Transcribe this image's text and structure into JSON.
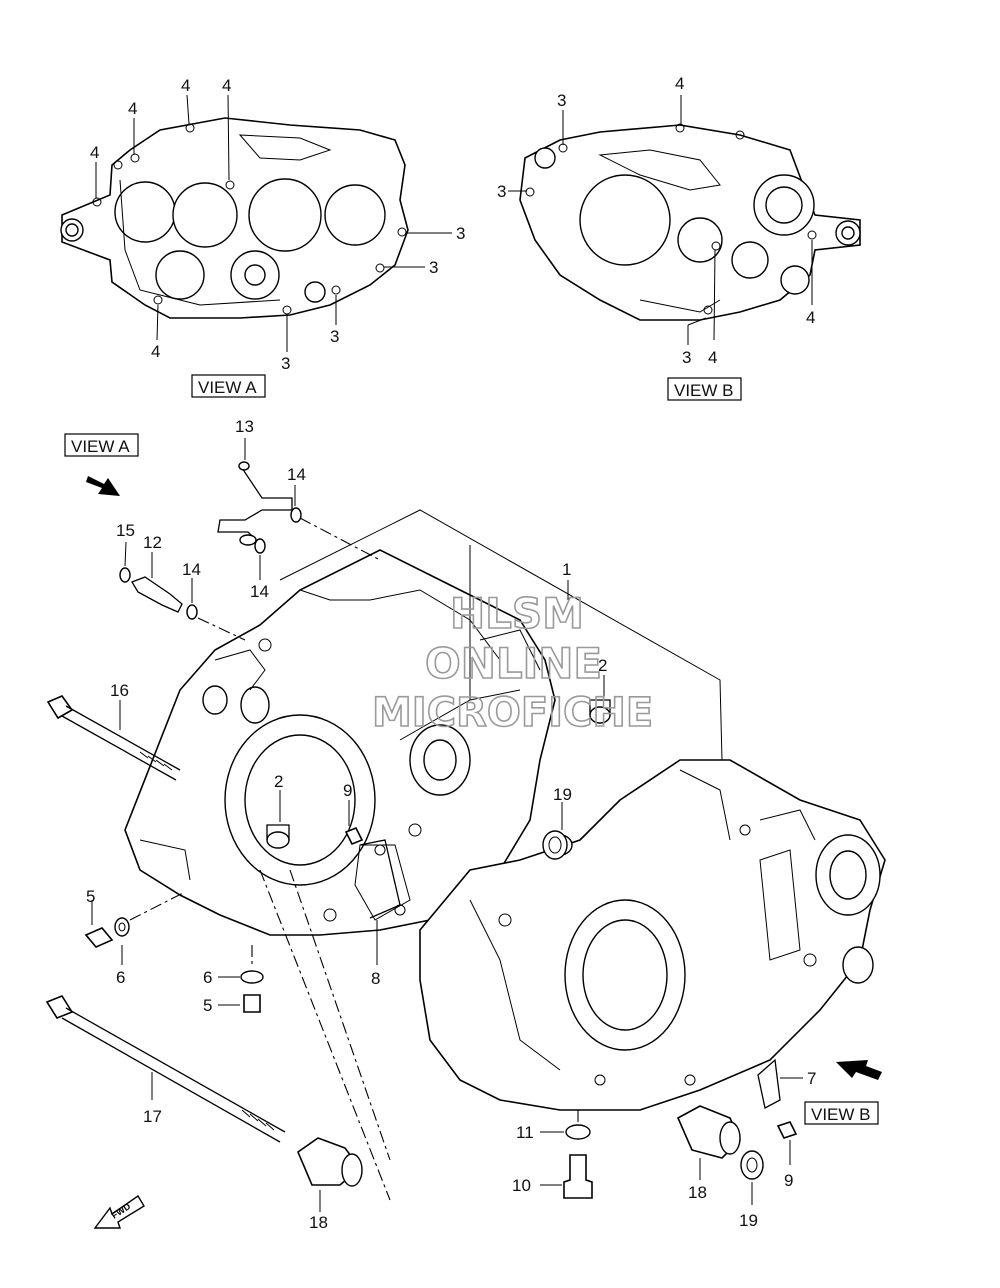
{
  "views": [
    {
      "id": "view-a",
      "label": "VIEW A"
    },
    {
      "id": "view-b",
      "label": "VIEW B"
    }
  ],
  "callouts": {
    "view_a_top": [
      "4",
      "4",
      "4",
      "4",
      "3",
      "3",
      "4",
      "3",
      "3"
    ],
    "view_b_top": [
      "4",
      "3",
      "3",
      "4",
      "3",
      "4"
    ]
  },
  "parts": [
    {
      "ref": "1"
    },
    {
      "ref": "2"
    },
    {
      "ref": "2"
    },
    {
      "ref": "5"
    },
    {
      "ref": "5"
    },
    {
      "ref": "6"
    },
    {
      "ref": "6"
    },
    {
      "ref": "7"
    },
    {
      "ref": "8"
    },
    {
      "ref": "9"
    },
    {
      "ref": "9"
    },
    {
      "ref": "10"
    },
    {
      "ref": "11"
    },
    {
      "ref": "12"
    },
    {
      "ref": "13"
    },
    {
      "ref": "14"
    },
    {
      "ref": "14"
    },
    {
      "ref": "14"
    },
    {
      "ref": "15"
    },
    {
      "ref": "16"
    },
    {
      "ref": "17"
    },
    {
      "ref": "18"
    },
    {
      "ref": "18"
    },
    {
      "ref": "19"
    },
    {
      "ref": "19"
    }
  ],
  "watermark": {
    "line1": "HLSM",
    "line2": "ONLINE",
    "line3": "MICROFICHE"
  },
  "fwd_label": "FWD"
}
